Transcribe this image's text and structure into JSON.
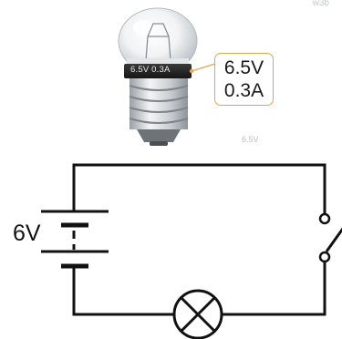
{
  "watermark": "w3b",
  "bulb": {
    "base_print": "6.5V 0.3A",
    "callout_voltage": "6.5V",
    "callout_current": "0.3A",
    "sub_caption": "6.5V"
  },
  "circuit": {
    "battery_label": "6V",
    "components": [
      "battery-icon",
      "switch-icon",
      "lamp-symbol-icon"
    ]
  },
  "colors": {
    "wire": "#111111",
    "callout_border": "#e8a152",
    "base_stamp": "#2a2a2a"
  }
}
